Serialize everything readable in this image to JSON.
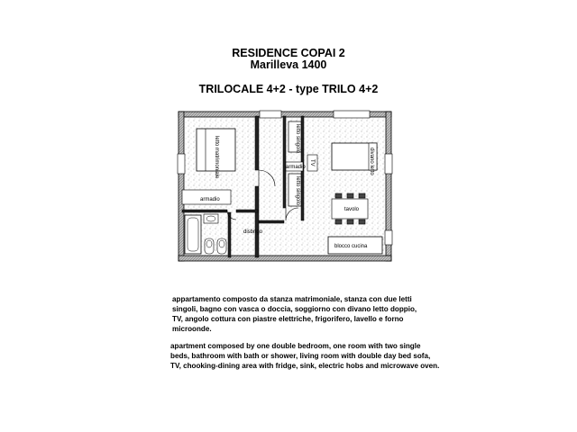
{
  "header": {
    "title": "RESIDENCE COPAI 2",
    "subtitle": "Marilleva 1400",
    "type_line": "TRILOCALE 4+2  -  type TRILO 4+2"
  },
  "floorplan": {
    "labels": {
      "letto_matrimoniale": "letto matrimoniale",
      "armadio_1": "armadio",
      "letto_singolo_1": "letto singolo",
      "armadio_2": "armadio",
      "letto_singolo_2": "letto singolo",
      "tv": "TV",
      "divano_letto": "divano letto",
      "tavolo": "tavolo",
      "disbrigo": "disbrigo",
      "blocco_cucina": "blocco cucina"
    }
  },
  "description": {
    "italian": "appartamento composto da stanza matrimoniale, stanza con due letti\nsingoli, bagno con vasca o doccia, soggiorno con divano letto doppio,\nTV, angolo cottura con piastre elettriche, frigorifero, lavello e forno\nmicroonde.",
    "english": "apartment composed by one double bedroom, one room with two single\nbeds, bathroom with bath or shower, living room with double day bed sofa,\nTV, chooking-dining area with fridge, sink, electric hobs and microwave oven."
  }
}
